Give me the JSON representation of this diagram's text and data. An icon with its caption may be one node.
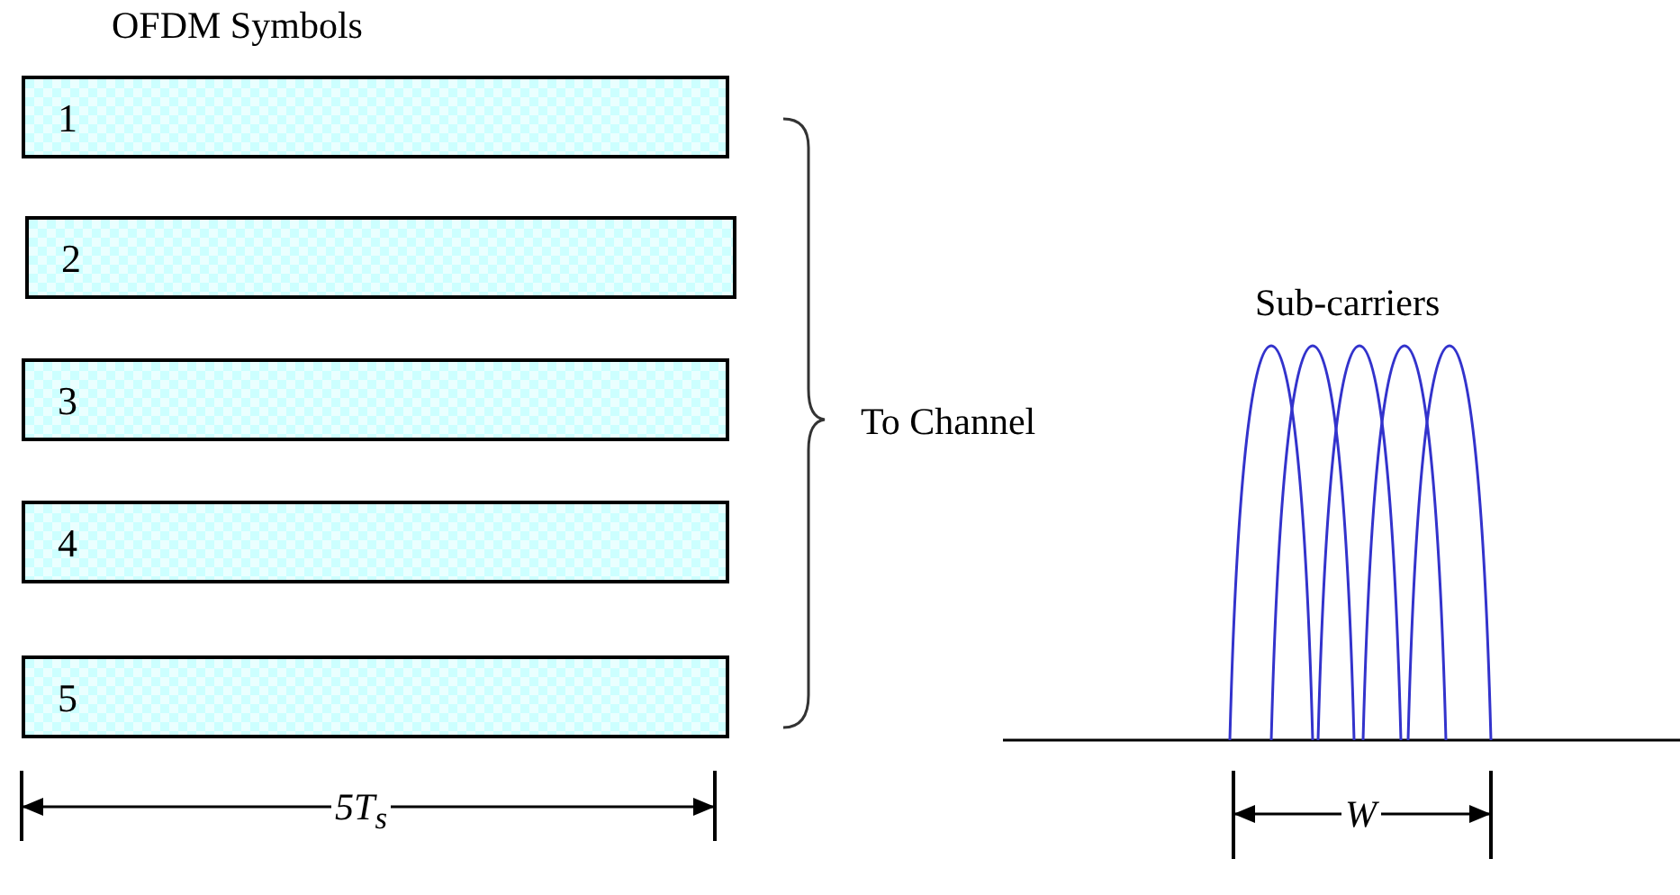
{
  "diagram": {
    "nodes": [
      {
        "text": [
          "1"
        ]
      },
      {
        "text": [
          "2"
        ]
      },
      {
        "text": [
          "3"
        ]
      },
      {
        "text": [
          "4"
        ]
      },
      {
        "text": [
          "5"
        ]
      }
    ],
    "labels": [
      "OFDM Symbols",
      "Sub-carriers",
      "To Channel",
      "5T$_{s}$",
      "W"
    ]
  }
}
